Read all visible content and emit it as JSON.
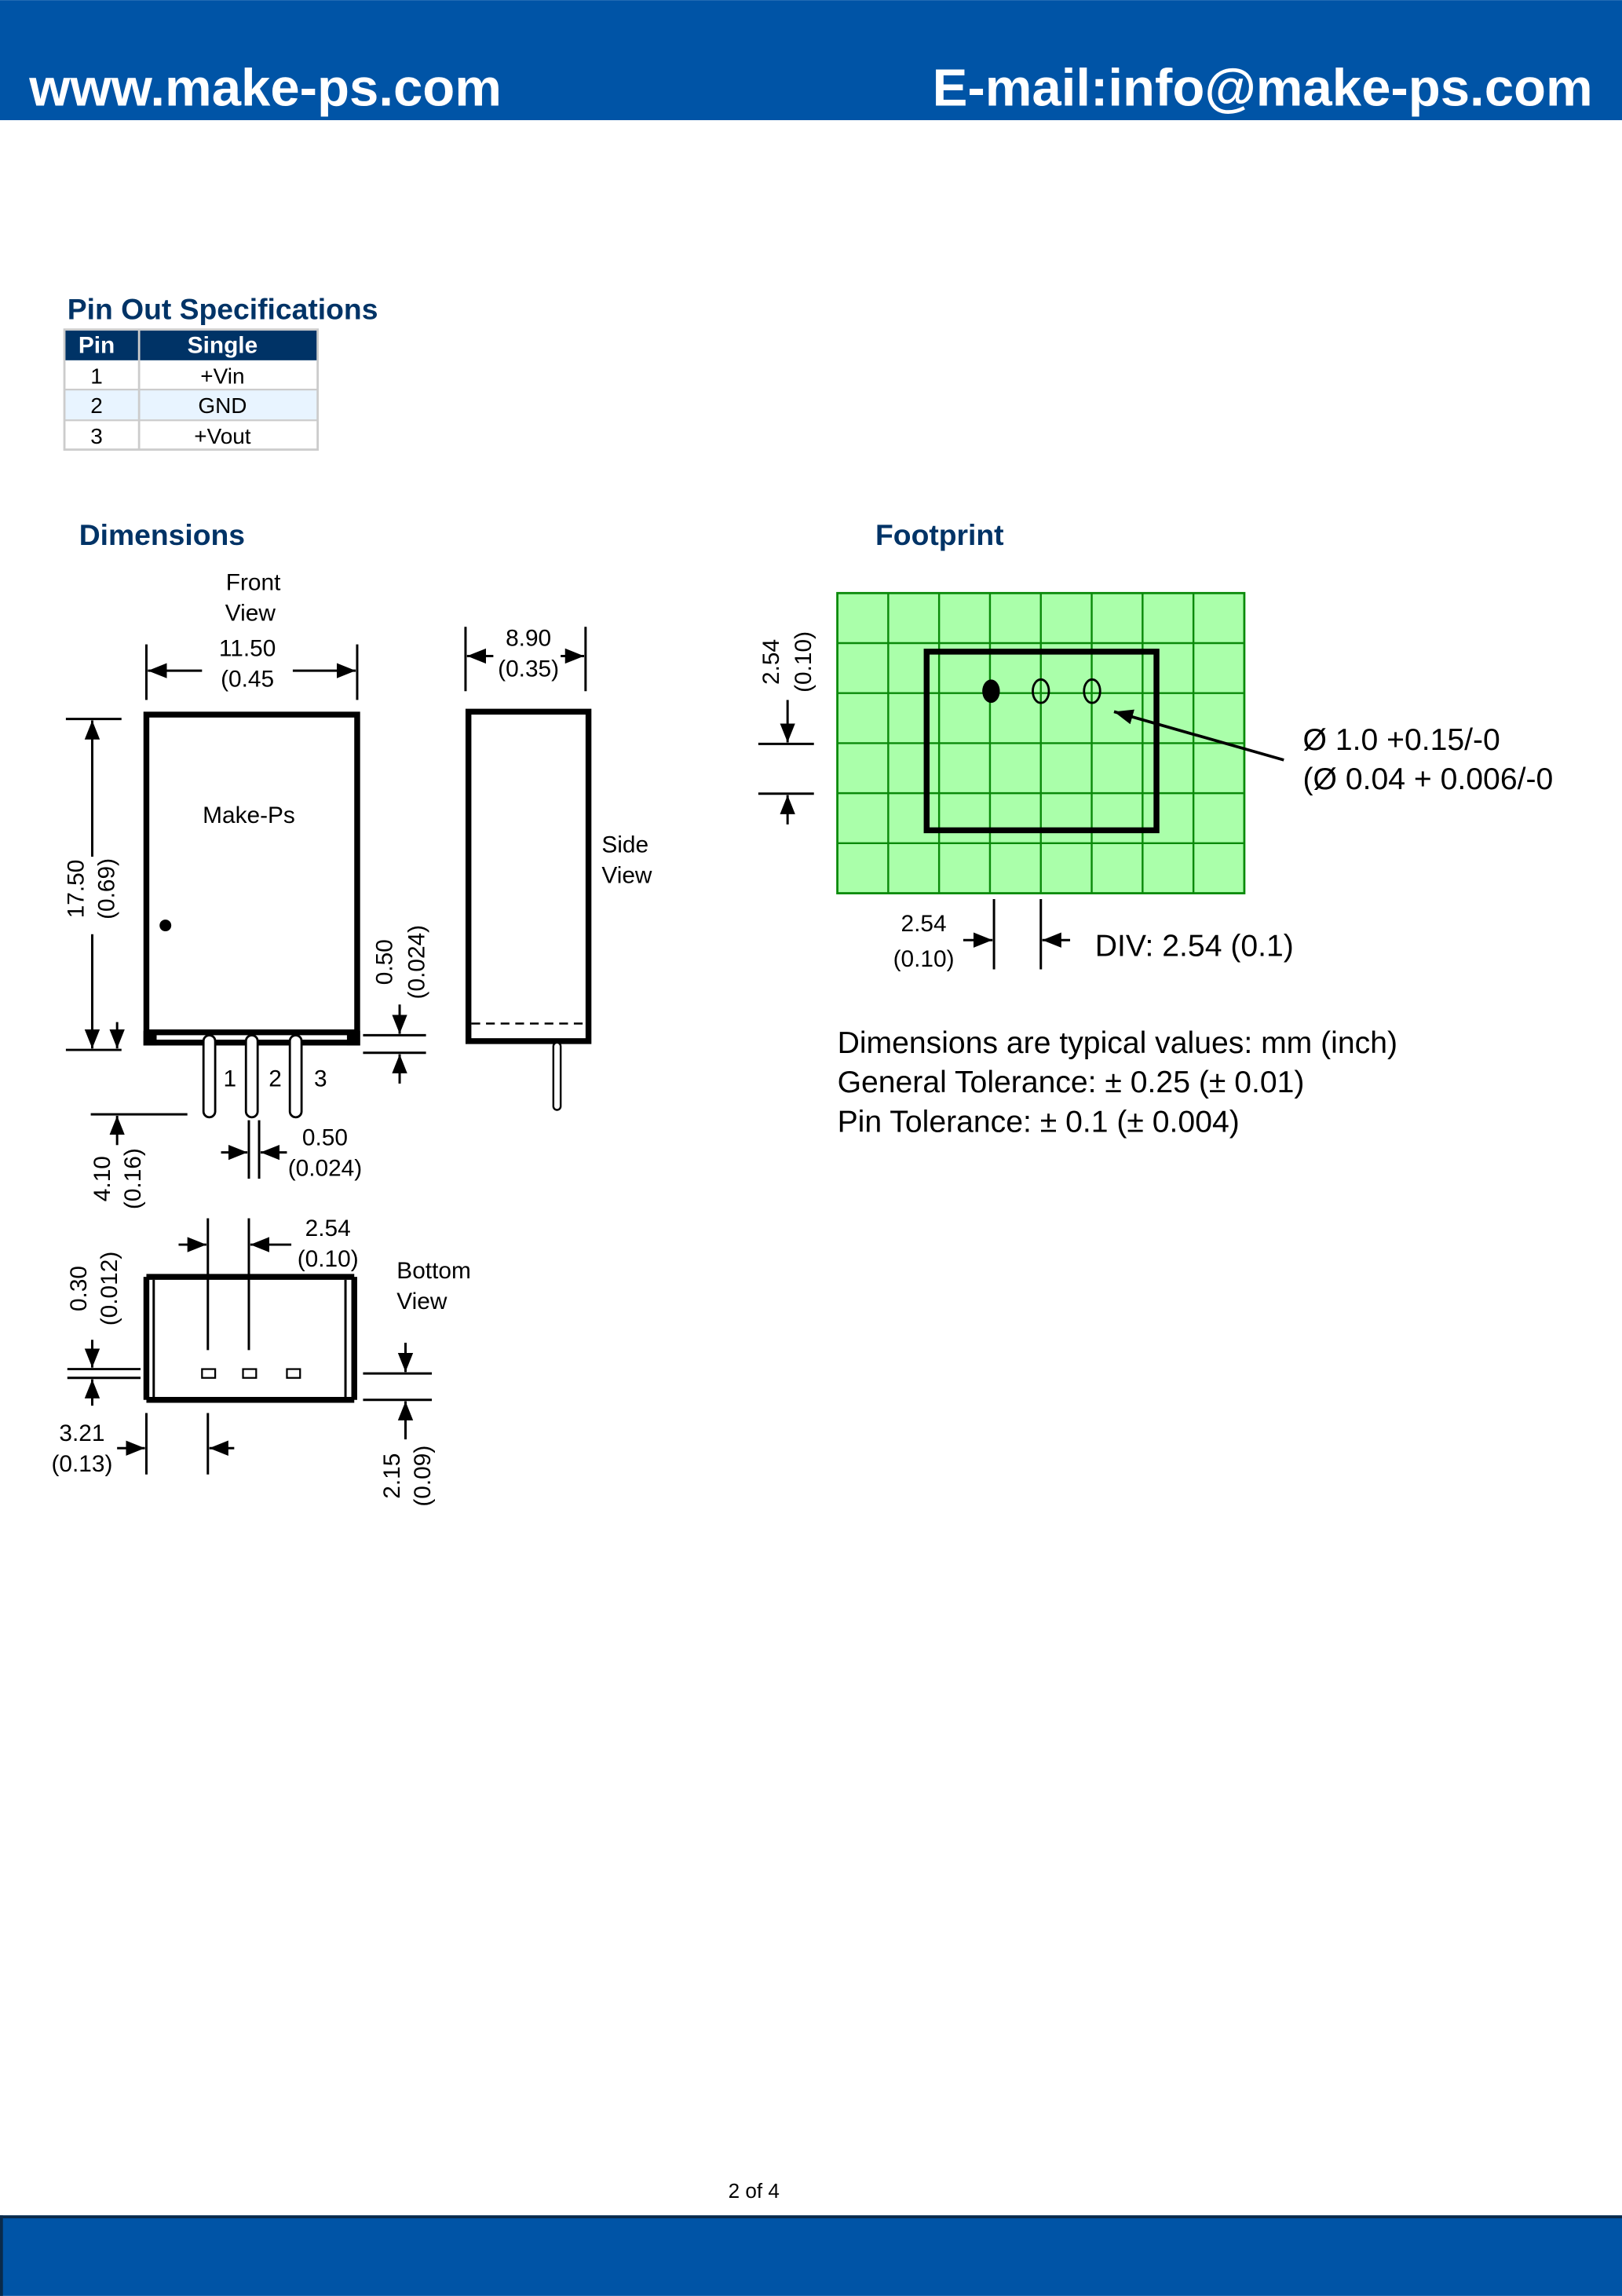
{
  "header": {
    "website": "www.make-ps.com",
    "email": "E-mail:info@make-ps.com"
  },
  "colors": {
    "brand_blue": "#0054a6",
    "title_navy": "#003366",
    "grid_fill": "#aaffaa"
  },
  "pinout": {
    "title": "Pin Out Specifications",
    "columns": [
      "Pin",
      "Single"
    ],
    "rows": [
      [
        "1",
        "+Vin"
      ],
      [
        "2",
        "GND"
      ],
      [
        "3",
        "+Vout"
      ]
    ]
  },
  "dimensions": {
    "title": "Dimensions",
    "front_view": [
      "Front",
      "View"
    ],
    "brand": "Make-Ps",
    "width": [
      "11.50",
      "(0.45"
    ],
    "height": [
      "17.50",
      "(0.69)"
    ],
    "standoff": [
      "0.50",
      "(0.024)"
    ],
    "pin_labels": [
      "1",
      "2",
      "3"
    ],
    "pin_length": [
      "4.10",
      "(0.16)"
    ],
    "pin_width": [
      "0.50",
      "(0.024)"
    ],
    "side_view": [
      "Side",
      "View"
    ],
    "depth": [
      "8.90",
      "(0.35)"
    ],
    "bottom_view": [
      "Bottom",
      "View"
    ],
    "pitch": [
      "2.54",
      "(0.10)"
    ],
    "pin_thickness": [
      "0.30",
      "(0.012)"
    ],
    "edge_offset": [
      "3.21",
      "(0.13)"
    ],
    "pin_row_offset": [
      "2.15",
      "(0.09)"
    ]
  },
  "footprint": {
    "title": "Footprint",
    "vertical_pitch": [
      "2.54",
      "(0.10)"
    ],
    "hole": [
      "Ø 1.0 +0.15/-0",
      "(Ø 0.04 + 0.006/-0"
    ],
    "horizontal_pitch": [
      "2.54",
      "(0.10)"
    ],
    "div": "DIV: 2.54 (0.1)"
  },
  "notes": [
    "Dimensions are typical values: mm (inch)",
    "General Tolerance: ± 0.25 (± 0.01)",
    "Pin Tolerance: ± 0.1 (± 0.004)"
  ],
  "footer": {
    "page": "2 of 4"
  }
}
